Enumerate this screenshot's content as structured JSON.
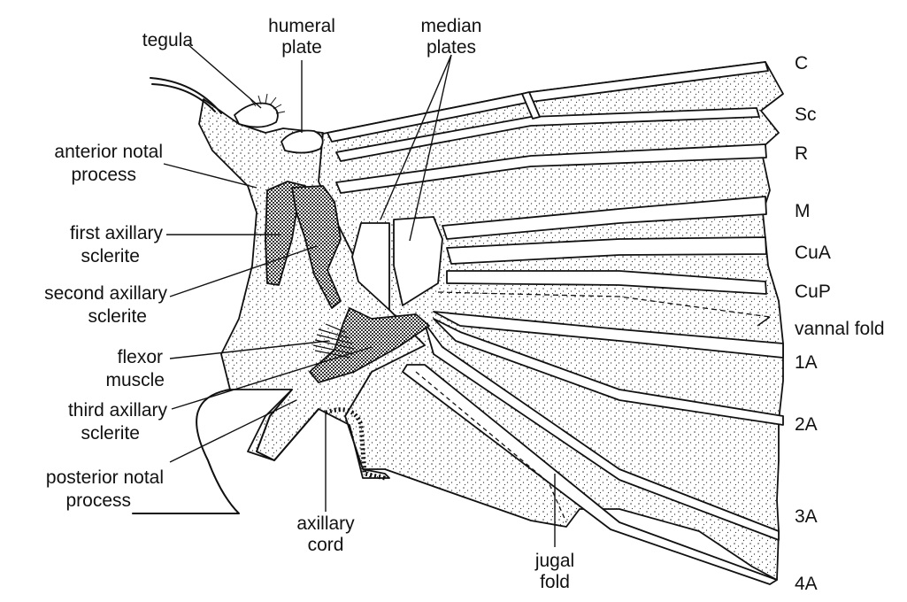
{
  "diagram": {
    "palette": {
      "ink": "#111111",
      "background": "#ffffff",
      "stipple": "#2a2a2a",
      "sclerite_fill": "#444444"
    },
    "labels": {
      "tegula": "tegula",
      "humeral_plate": [
        "humeral",
        "plate"
      ],
      "median_plates": [
        "median",
        "plates"
      ],
      "anterior_notal_process": [
        "anterior notal",
        "process"
      ],
      "first_axillary_sclerite": [
        "first axillary",
        "sclerite"
      ],
      "second_axillary_sclerite": [
        "second axillary",
        "sclerite"
      ],
      "flexor_muscle": [
        "flexor",
        "muscle"
      ],
      "third_axillary_sclerite": [
        "third axillary",
        "sclerite"
      ],
      "posterior_notal_process": [
        "posterior notal",
        "process"
      ],
      "axillary_cord": [
        "axillary",
        "cord"
      ],
      "jugal_fold": [
        "jugal",
        "fold"
      ],
      "vannal_fold": "vannal fold"
    },
    "veins": {
      "C": "C",
      "Sc": "Sc",
      "R": "R",
      "M": "M",
      "CuA": "CuA",
      "CuP": "CuP",
      "1A": "1A",
      "2A": "2A",
      "3A": "3A",
      "4A": "4A"
    }
  }
}
